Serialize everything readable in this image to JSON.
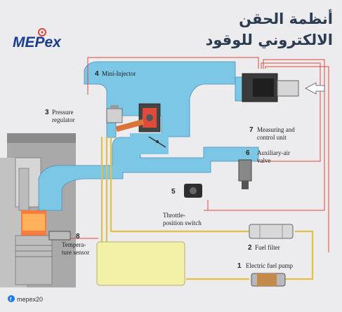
{
  "brand": {
    "logo_text": "MEPex",
    "handle": "mepex20",
    "facebook_icon": "facebook-icon"
  },
  "title": {
    "line1": "أنظمة الحقن",
    "line2": "الالكتروني للوقود"
  },
  "components": [
    {
      "id": "1",
      "number": "1",
      "lines": [
        "Electric fuel pump"
      ]
    },
    {
      "id": "2",
      "number": "2",
      "lines": [
        "Fuel filter"
      ]
    },
    {
      "id": "3",
      "number": "3",
      "lines": [
        "Pressure",
        "regulator"
      ]
    },
    {
      "id": "4",
      "number": "4",
      "lines": [
        "Mini-Injector"
      ]
    },
    {
      "id": "5",
      "number": "5",
      "lines": [
        "Throttle-",
        "position switch"
      ]
    },
    {
      "id": "6",
      "number": "6",
      "lines": [
        "Auxiliary-air",
        "valve"
      ]
    },
    {
      "id": "7",
      "number": "7",
      "lines": [
        "Measuring and",
        "control unit"
      ]
    },
    {
      "id": "8",
      "number": "8",
      "lines": [
        "Tempera-",
        "ture sensor"
      ]
    }
  ],
  "colors": {
    "air": "#7cc6e6",
    "fuel": "#e3c04a",
    "wire": "#e04a3a",
    "tank": "#f3f0a8",
    "engine": "#9b9b9b",
    "title": "#2a3b52",
    "logo": "#1a3d8f"
  }
}
